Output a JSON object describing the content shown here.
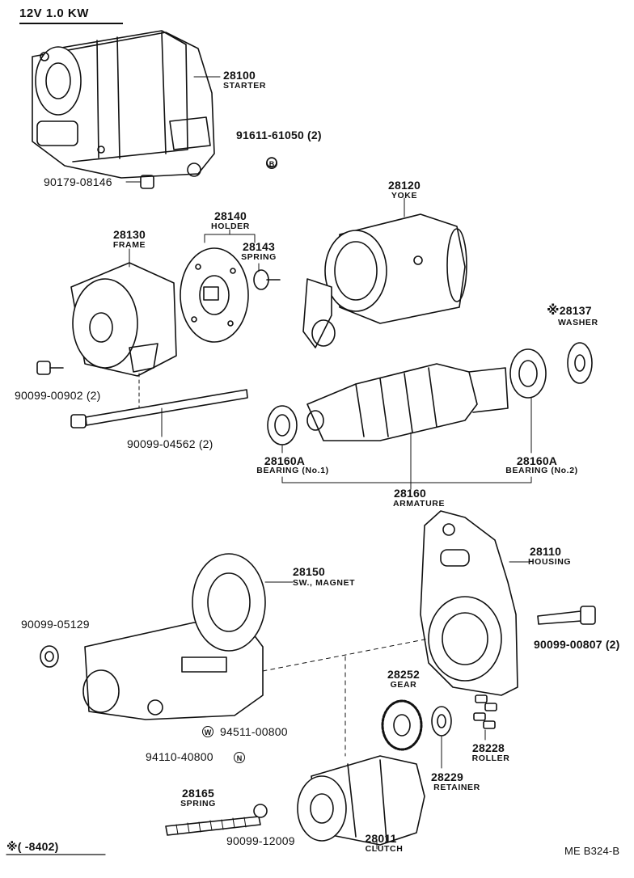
{
  "header": {
    "spec": "12V  1.0 KW"
  },
  "footer": {
    "note": "※(      -8402)",
    "ref": "ME B324-B"
  },
  "parts": {
    "starter": {
      "number": "28100",
      "name": "STARTER"
    },
    "bolt_b": {
      "number": "91611-61050 (2)",
      "mark": "B"
    },
    "nut_top": {
      "number": "90179-08146"
    },
    "yoke": {
      "number": "28120",
      "name": "YOKE"
    },
    "holder": {
      "number": "28140",
      "name": "HOLDER"
    },
    "frame": {
      "number": "28130",
      "name": "FRAME"
    },
    "spring_brush": {
      "number": "28143",
      "name": "SPRING"
    },
    "washer": {
      "asterisk": "※",
      "number": "28137",
      "name": "WASHER"
    },
    "screw_frame": {
      "number": "90099-00902 (2)"
    },
    "thru_bolt": {
      "number": "90099-04562 (2)"
    },
    "bearing1": {
      "number": "28160A",
      "name": "BEARING (No.1)"
    },
    "bearing2": {
      "number": "28160A",
      "name": "BEARING (No.2)"
    },
    "armature": {
      "number": "28160",
      "name": "ARMATURE"
    },
    "housing": {
      "number": "28110",
      "name": "HOUSING"
    },
    "switch": {
      "number": "28150",
      "name": "SW., MAGNET"
    },
    "nut_sw": {
      "number": "90099-05129"
    },
    "bolt_housing": {
      "number": "90099-00807 (2)"
    },
    "gear": {
      "number": "28252",
      "name": "GEAR"
    },
    "washer_w": {
      "number": "94511-00800",
      "mark": "W"
    },
    "nut_n": {
      "number": "94110-40800",
      "mark": "N"
    },
    "roller": {
      "number": "28228",
      "name": "ROLLER"
    },
    "retainer": {
      "number": "28229",
      "name": "RETAINER"
    },
    "spring_clutch": {
      "number": "28165",
      "name": "SPRING"
    },
    "ball": {
      "number": "90099-12009"
    },
    "clutch": {
      "number": "28011",
      "name": "CLUTCH"
    }
  }
}
